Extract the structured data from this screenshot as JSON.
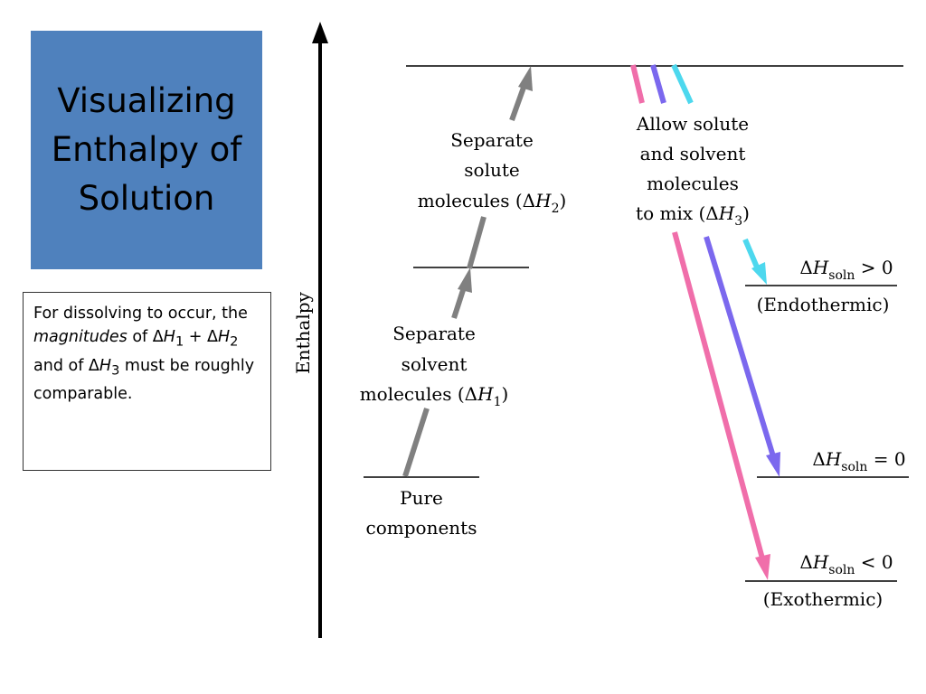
{
  "title": {
    "lines": [
      "Visualizing",
      "Enthalpy of",
      "Solution"
    ]
  },
  "note": {
    "part1": "For dissolving to occur, the ",
    "emph": "magnitudes",
    "part2": " of ",
    "delta": "Δ",
    "h": "H",
    "sub1": "1",
    "plus": " + ",
    "sub2": "2",
    "part3": " and of ",
    "sub3": "3",
    "part4": " must be roughly comparable."
  },
  "diagram": {
    "axis_label": "Enthalpy",
    "pure": [
      "Pure",
      "components"
    ],
    "step1": {
      "lines": [
        "Separate",
        "solvent",
        "molecules ("
      ],
      "delta": "Δ",
      "h": "H",
      "sub": "1",
      "close": ")"
    },
    "step2": {
      "lines": [
        "Separate",
        "solute",
        "molecules ("
      ],
      "delta": "Δ",
      "h": "H",
      "sub": "2",
      "close": ")"
    },
    "step3": {
      "lines": [
        "Allow solute",
        "and solvent",
        "molecules",
        "to mix ("
      ],
      "delta": "Δ",
      "h": "H",
      "sub": "3",
      "close": ")"
    },
    "endo": {
      "delta": "Δ",
      "h": "H",
      "sub": "soln",
      "rel": " > 0",
      "label": "(Endothermic)"
    },
    "zero": {
      "delta": "Δ",
      "h": "H",
      "sub": "soln",
      "rel": " = 0"
    },
    "exo": {
      "delta": "Δ",
      "h": "H",
      "sub": "soln",
      "rel": " < 0",
      "label": "(Exothermic)"
    },
    "colors": {
      "gray": "#808080",
      "pink": "#f06eaa",
      "purple": "#7b68ee",
      "cyan": "#4dd8ee"
    }
  }
}
